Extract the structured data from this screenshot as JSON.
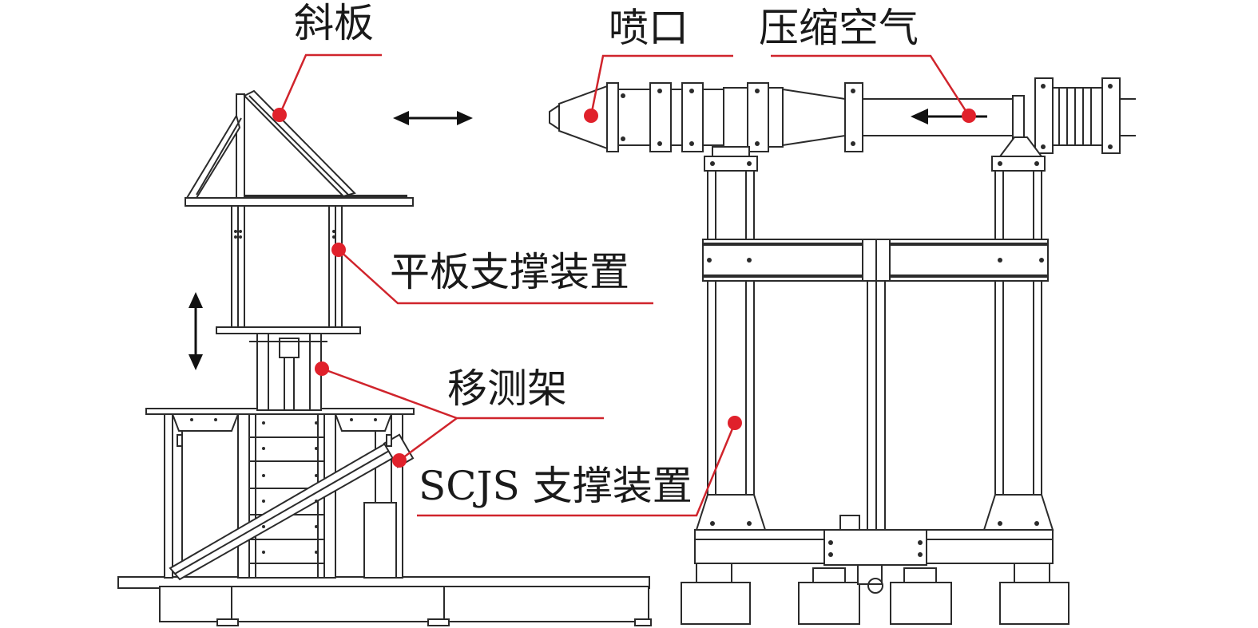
{
  "labels": {
    "sloped_plate": "斜板",
    "nozzle": "喷口",
    "compressed_air": "压缩空气",
    "plate_support": "平板支撑装置",
    "traverse_frame": "移测架",
    "scjs_support": "SCJS 支撑装置"
  },
  "colors": {
    "leader": "#d0242c",
    "marker": "#e0212b",
    "structure": "#2b2b2b",
    "text": "#1a1a1a"
  }
}
